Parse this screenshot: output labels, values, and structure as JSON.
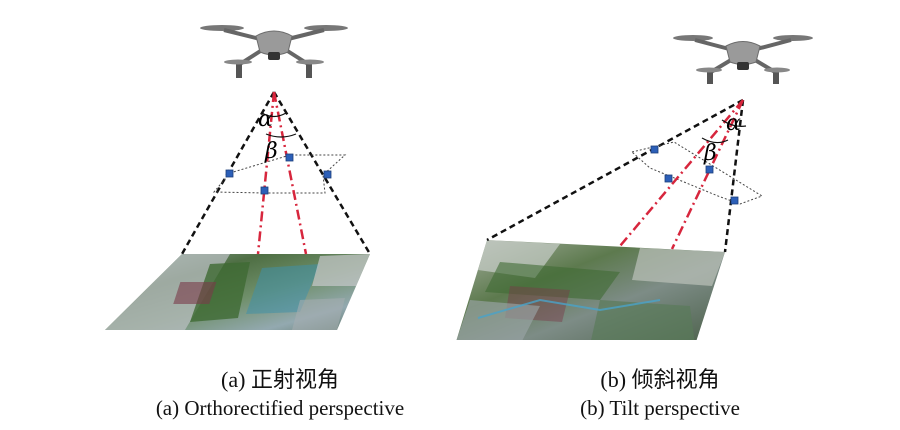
{
  "panels": [
    {
      "id": "a",
      "caption_zh": "(a) 正射视角",
      "caption_en": "(a) Orthorectified perspective",
      "alpha_label": "α",
      "beta_label": "β"
    },
    {
      "id": "b",
      "caption_zh": "(b) 倾斜视角",
      "caption_en": "(b) Tilt perspective",
      "alpha_label": "α",
      "beta_label": "β"
    }
  ],
  "colors": {
    "frustum": "#111111",
    "ray": "#d7263d",
    "marker": "#2c5fb8",
    "plane_edge": "#444444"
  }
}
